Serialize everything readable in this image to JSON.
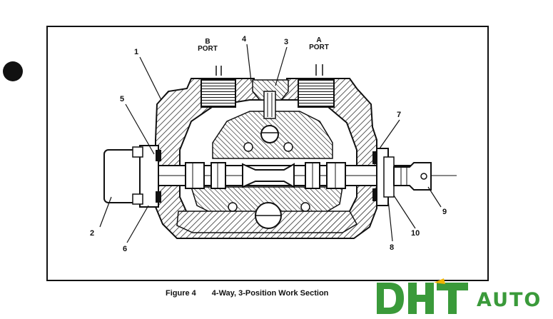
{
  "figure": {
    "callouts": [
      {
        "id": "1",
        "text": "1"
      },
      {
        "id": "2",
        "text": "2"
      },
      {
        "id": "3",
        "text": "3"
      },
      {
        "id": "4",
        "text": "4"
      },
      {
        "id": "5",
        "text": "5"
      },
      {
        "id": "6",
        "text": "6"
      },
      {
        "id": "7",
        "text": "7"
      },
      {
        "id": "8",
        "text": "8"
      },
      {
        "id": "9",
        "text": "9"
      },
      {
        "id": "10",
        "text": "10"
      }
    ],
    "ports": {
      "b": {
        "line1": "B",
        "line2": "PORT"
      },
      "a": {
        "line1": "A",
        "line2": "PORT"
      }
    },
    "caption": {
      "label": "Figure 4",
      "title": "4-Way, 3-Position Work Section"
    }
  },
  "logo": {
    "text": "AUTO",
    "primary_color": "#3a9a3a",
    "accent_color": "#f0b400"
  },
  "colors": {
    "ink": "#111111",
    "paper": "#ffffff"
  }
}
